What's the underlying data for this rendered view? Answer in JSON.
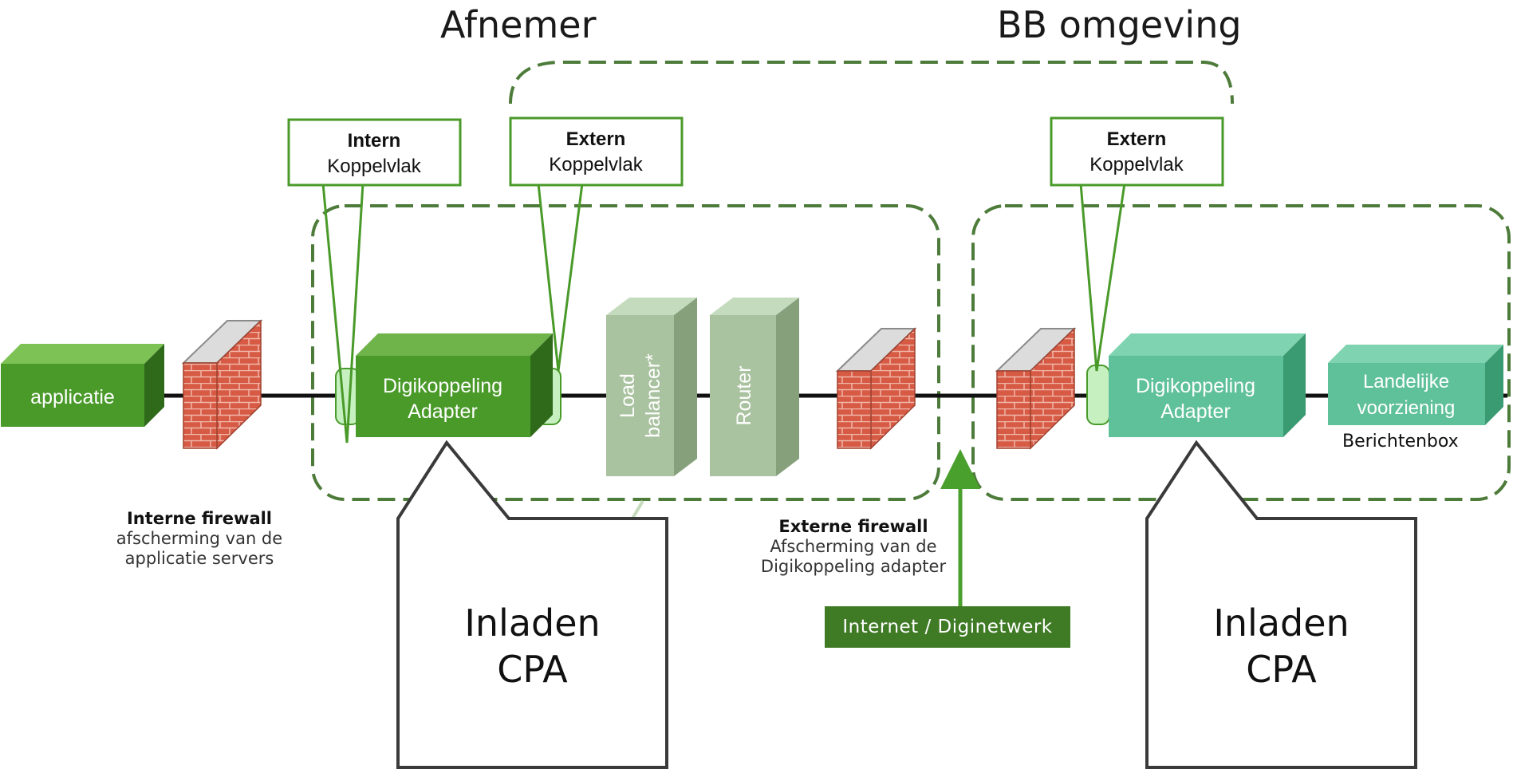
{
  "headings": {
    "afnemer": "Afnemer",
    "bb": "BB omgeving"
  },
  "koppelvlak": {
    "intern": {
      "title": "Intern",
      "sub": "Koppelvlak"
    },
    "extern_left": {
      "title": "Extern",
      "sub": "Koppelvlak"
    },
    "extern_right": {
      "title": "Extern",
      "sub": "Koppelvlak"
    }
  },
  "boxes": {
    "applicatie": "applicatie",
    "adapter_left": [
      "Digikoppeling",
      "Adapter"
    ],
    "load_balancer": [
      "Load",
      "balancer*"
    ],
    "router": "Router",
    "adapter_right": [
      "Digikoppeling",
      "Adapter"
    ],
    "landelijke": [
      "Landelijke",
      "voorziening"
    ]
  },
  "berichtenbox": "Berichtenbox",
  "captions": {
    "interne_title": "Interne firewall",
    "interne_line1": "afscherming van de",
    "interne_line2": "applicatie servers",
    "externe_title": "Externe firewall",
    "externe_line1": "Afscherming van de",
    "externe_line2": "Digikoppeling adapter"
  },
  "network_label": "Internet / Diginetwerk",
  "callouts": {
    "left": [
      "Inladen",
      "CPA"
    ],
    "right": [
      "Inladen",
      "CPA"
    ]
  },
  "colors": {
    "dark_green": "#4a9a2a",
    "teal_green": "#5fc19a",
    "grey_green": "#a9c29f",
    "brick": "#d65a44",
    "dash_green": "#4d7b3a",
    "arrow_green": "#4aa02d"
  }
}
